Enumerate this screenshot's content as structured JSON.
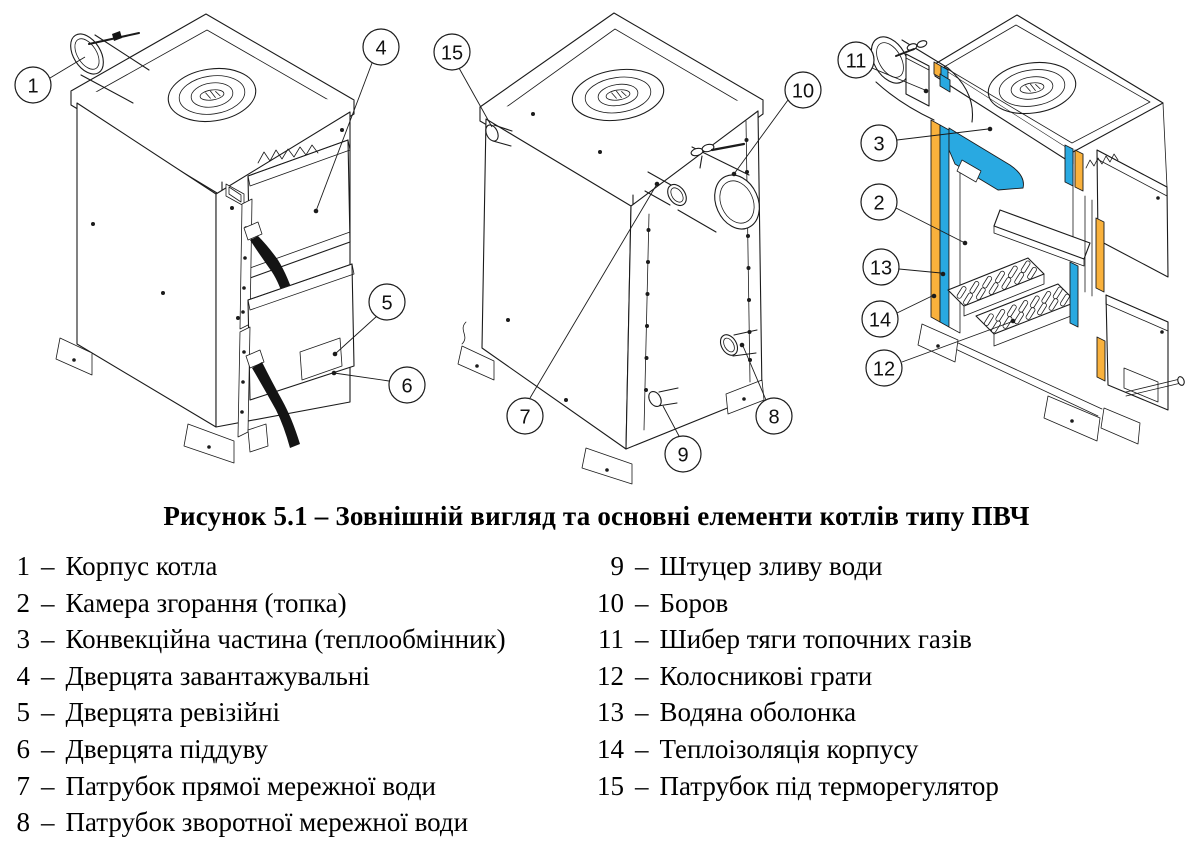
{
  "figure": {
    "caption": "Рисунок 5.1 – Зовнішній вигляд та основні елементи котлів типу ПВЧ",
    "colors": {
      "water_jacket": "#29a9e1",
      "insulation": "#f9b13c",
      "line": "#1b1b1b"
    },
    "views": [
      {
        "name": "external-front-view",
        "callouts": [
          "1",
          "4",
          "5",
          "6"
        ]
      },
      {
        "name": "external-rear-view",
        "callouts": [
          "15",
          "10",
          "7",
          "9",
          "8"
        ]
      },
      {
        "name": "cutaway-view",
        "callouts": [
          "11",
          "3",
          "2",
          "13",
          "14",
          "12"
        ]
      }
    ]
  },
  "legend": {
    "sep": "–",
    "left": [
      {
        "num": "1",
        "label": "Корпус котла"
      },
      {
        "num": "2",
        "label": "Камера згорання (топка)"
      },
      {
        "num": "3",
        "label": "Конвекційна частина (теплообмінник)"
      },
      {
        "num": "4",
        "label": "Дверцята завантажувальні"
      },
      {
        "num": "5",
        "label": "Дверцята ревізійні"
      },
      {
        "num": "6",
        "label": "Дверцята піддуву"
      },
      {
        "num": "7",
        "label": "Патрубок прямої мережної води"
      },
      {
        "num": "8",
        "label": "Патрубок зворотної мережної води"
      }
    ],
    "right": [
      {
        "num": "9",
        "label": "Штуцер зливу води"
      },
      {
        "num": "10",
        "label": "Боров"
      },
      {
        "num": "11",
        "label": "Шибер тяги топочних газів"
      },
      {
        "num": "12",
        "label": "Колосникові грати"
      },
      {
        "num": "13",
        "label": "Водяна оболонка"
      },
      {
        "num": "14",
        "label": "Теплоізоляція корпусу"
      },
      {
        "num": "15",
        "label": "Патрубок під терморегулятор"
      }
    ]
  }
}
